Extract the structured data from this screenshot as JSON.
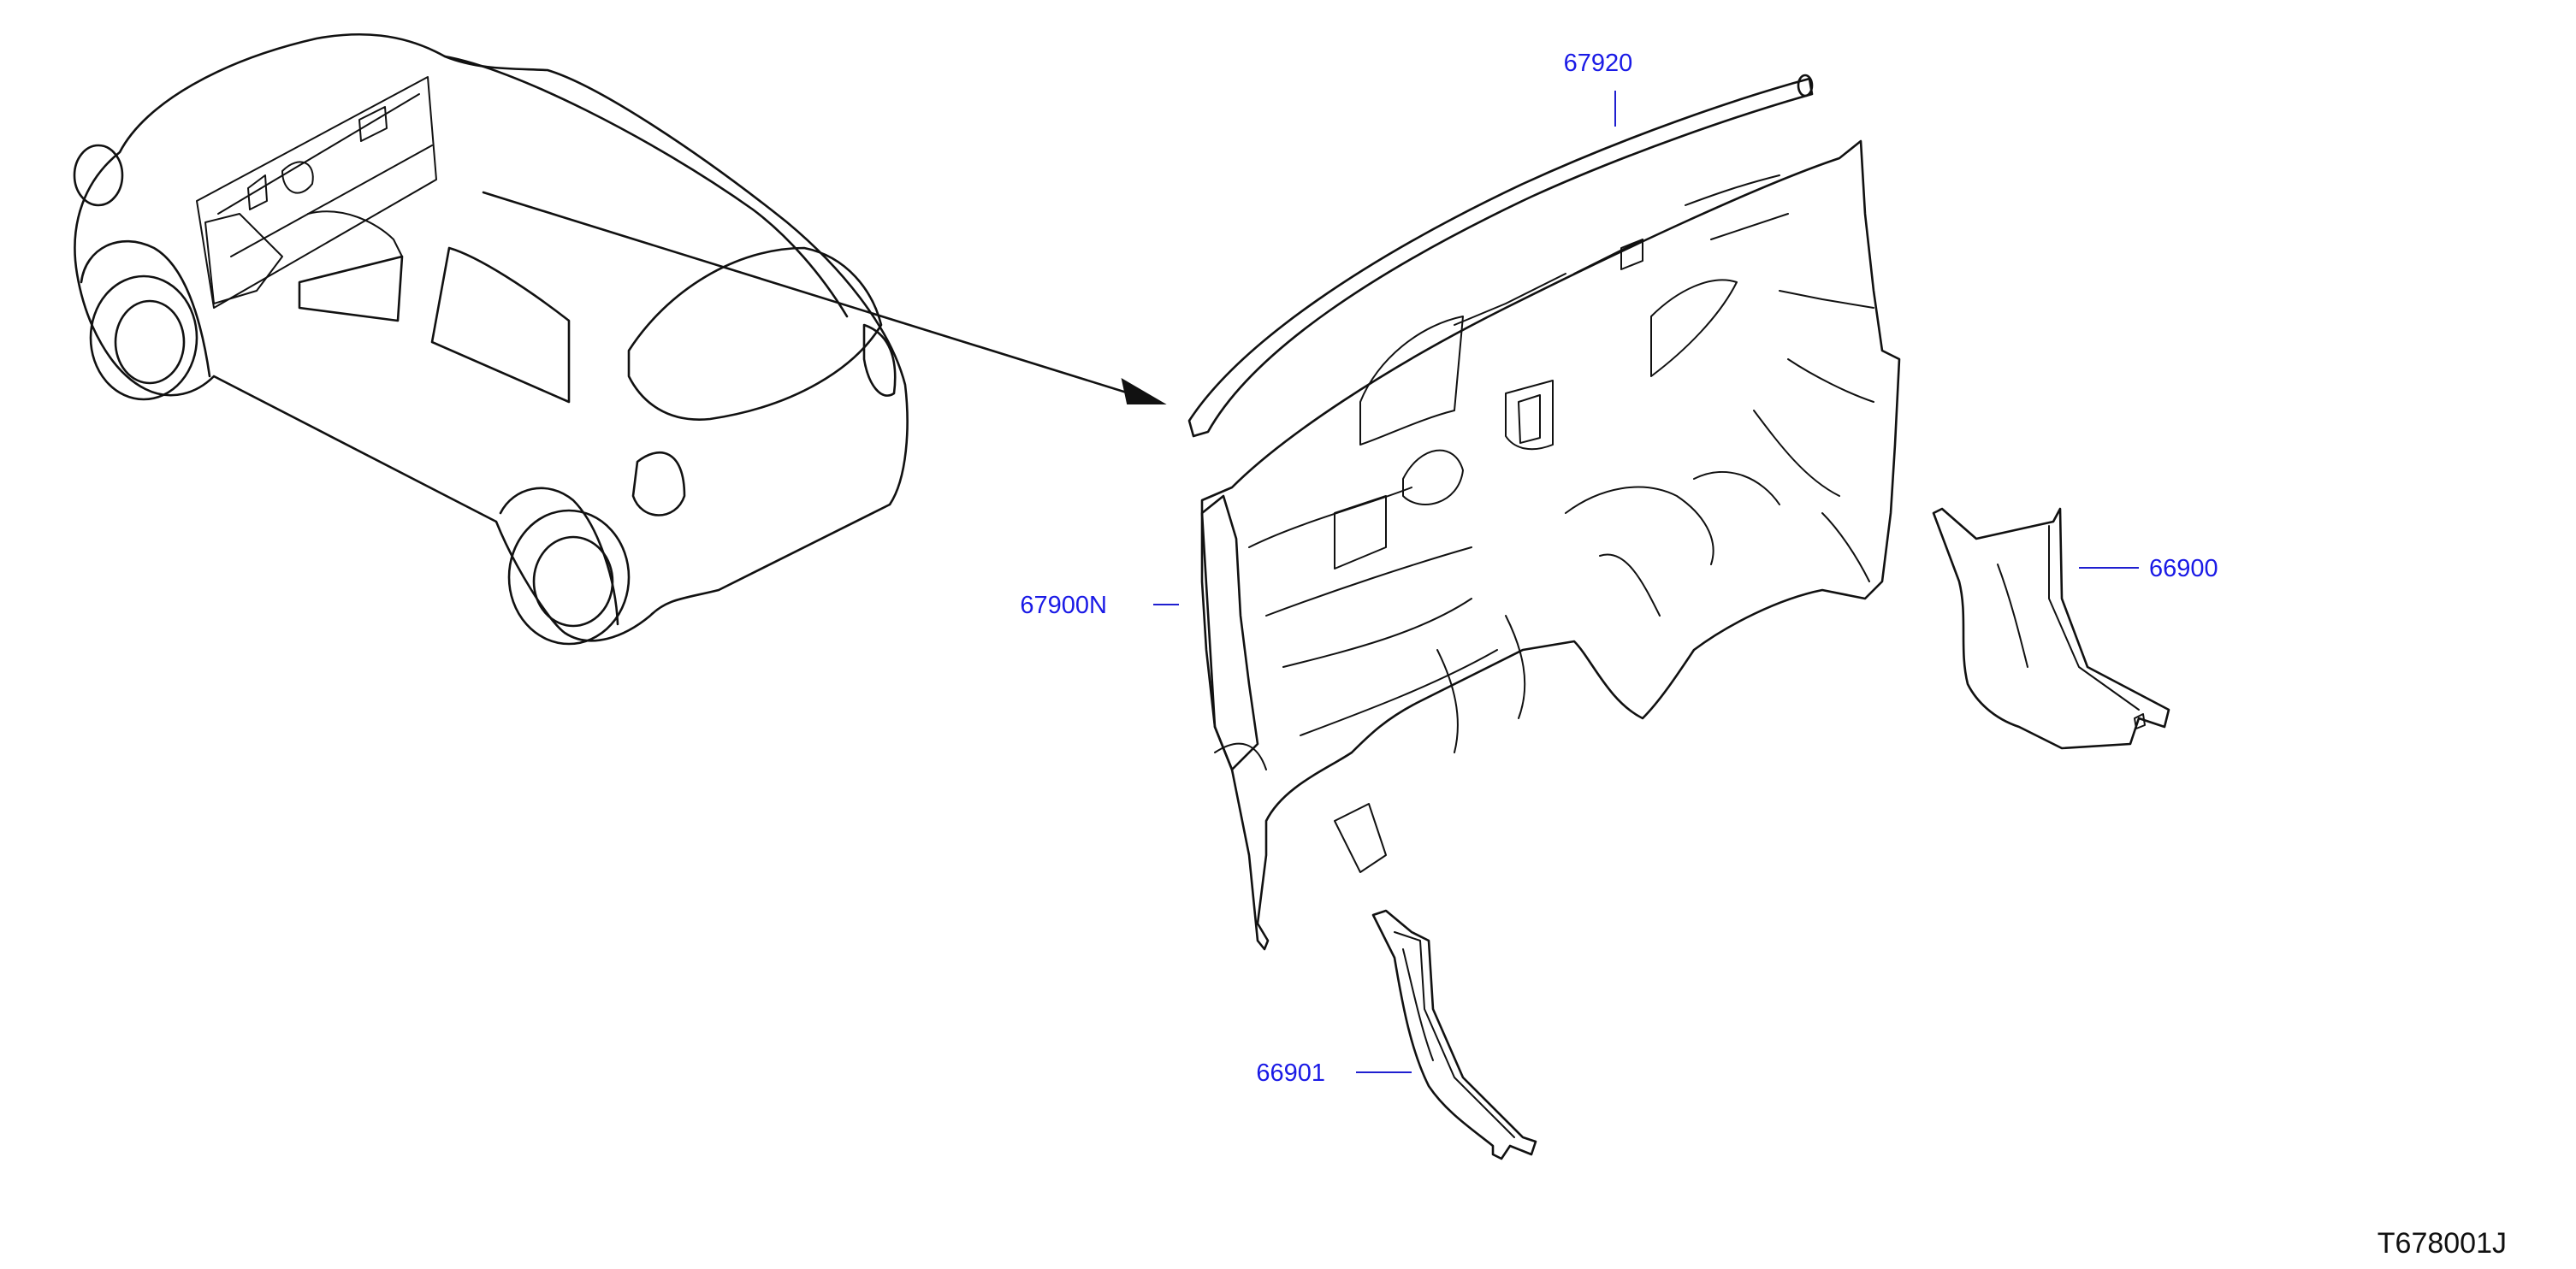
{
  "callouts": {
    "insulator_top_seal": "67920",
    "dash_insulator": "67900N",
    "side_insulator_right": "66900",
    "side_insulator_left": "66901"
  },
  "figure_code": "T678001J"
}
